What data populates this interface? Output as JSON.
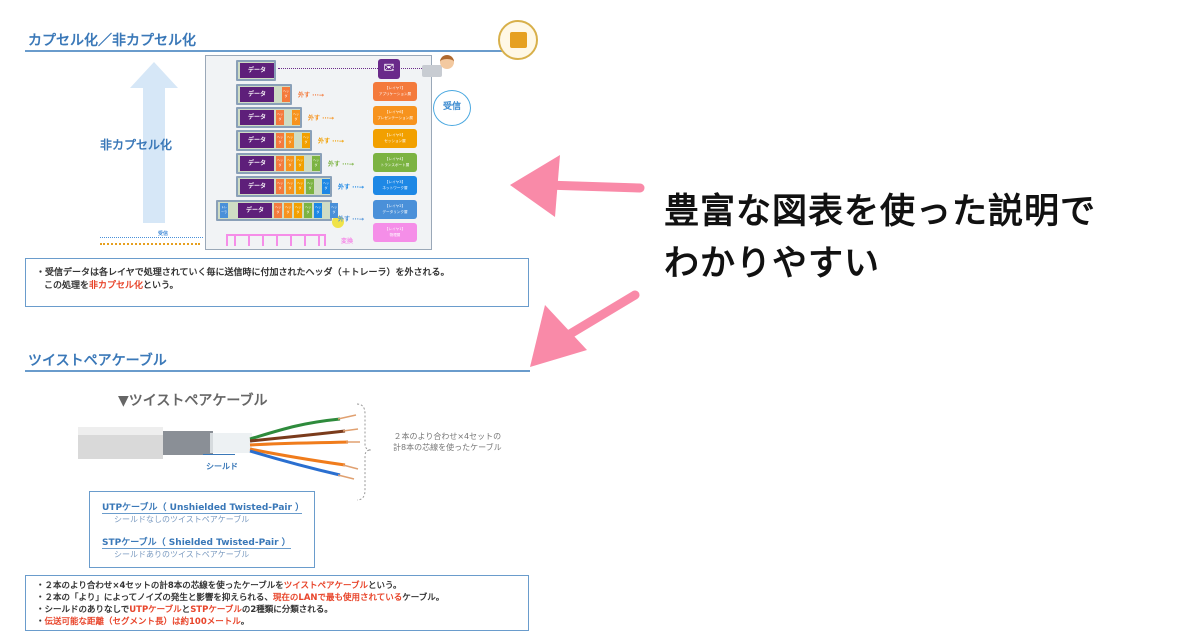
{
  "section1": {
    "title": "カプセル化／非カプセル化",
    "arrow_label": "非カプセル化",
    "data_label": "データ",
    "header_label": "ヘッダ",
    "trailer_label": "トレーラ",
    "remove_label": "外す",
    "receive_label": "受信",
    "convert_label": "変換",
    "bubble": "受信",
    "layers": [
      {
        "label": "【レイヤ7】アプリケーション層",
        "color": "#f47a3c"
      },
      {
        "label": "【レイヤ6】プレゼンテーション層",
        "color": "#f7931e"
      },
      {
        "label": "【レイヤ5】セッション層",
        "color": "#f2a000"
      },
      {
        "label": "【レイヤ4】トランスポート層",
        "color": "#7cb342"
      },
      {
        "label": "【レイヤ3】ネットワーク層",
        "color": "#1e88e5"
      },
      {
        "label": "【レイヤ2】データリンク層",
        "color": "#4a90d9"
      },
      {
        "label": "【レイヤ1】物理層",
        "color": "#f58ee8"
      }
    ],
    "note_line1": "・受信データは各レイヤで処理されていく毎に送信時に付加されたヘッダ（＋トレーラ）を外される。",
    "note_line2_pre": "この処理を",
    "note_line2_red": "非カプセル化",
    "note_line2_post": "という。"
  },
  "section2": {
    "title": "ツイストペアケーブル",
    "figure_title": "▼ツイストペアケーブル",
    "shield_label": "シールド",
    "brace_line1": "２本のより合わせ×4セットの",
    "brace_line2": "計8本の芯線を使ったケーブル",
    "utp_title": "UTPケーブル（ Unshielded Twisted-Pair ）",
    "utp_desc": "シールドなしのツイストペアケーブル",
    "stp_title": "STPケーブル（ Shielded Twisted-Pair ）",
    "stp_desc": "シールドありのツイストペアケーブル",
    "bullets": [
      {
        "pre": "・２本のより合わせ×4セットの計8本の芯線を使ったケーブルを",
        "red": "ツイストペアケーブル",
        "post": "という。"
      },
      {
        "pre": "・２本の「より」によってノイズの発生と影響を抑えられる、",
        "red": "現在のLANで最も使用されている",
        "post": "ケーブル。"
      },
      {
        "pre": "・シールドのありなしで",
        "red": "UTPケーブル",
        "post": "と",
        "red2": "STPケーブル",
        "post2": "の2種類に分類される。"
      },
      {
        "pre": "・",
        "red": "伝送可能な距離（セグメント長）は約100メートル",
        "post": "。"
      }
    ]
  },
  "callout": {
    "line1": "豊富な図表を使った説明で",
    "line2": "わかりやすい"
  },
  "colors": {
    "accent": "#3a78b8",
    "pink": "#f98aa8",
    "red": "#e8452b",
    "data": "#5e1f7a"
  }
}
